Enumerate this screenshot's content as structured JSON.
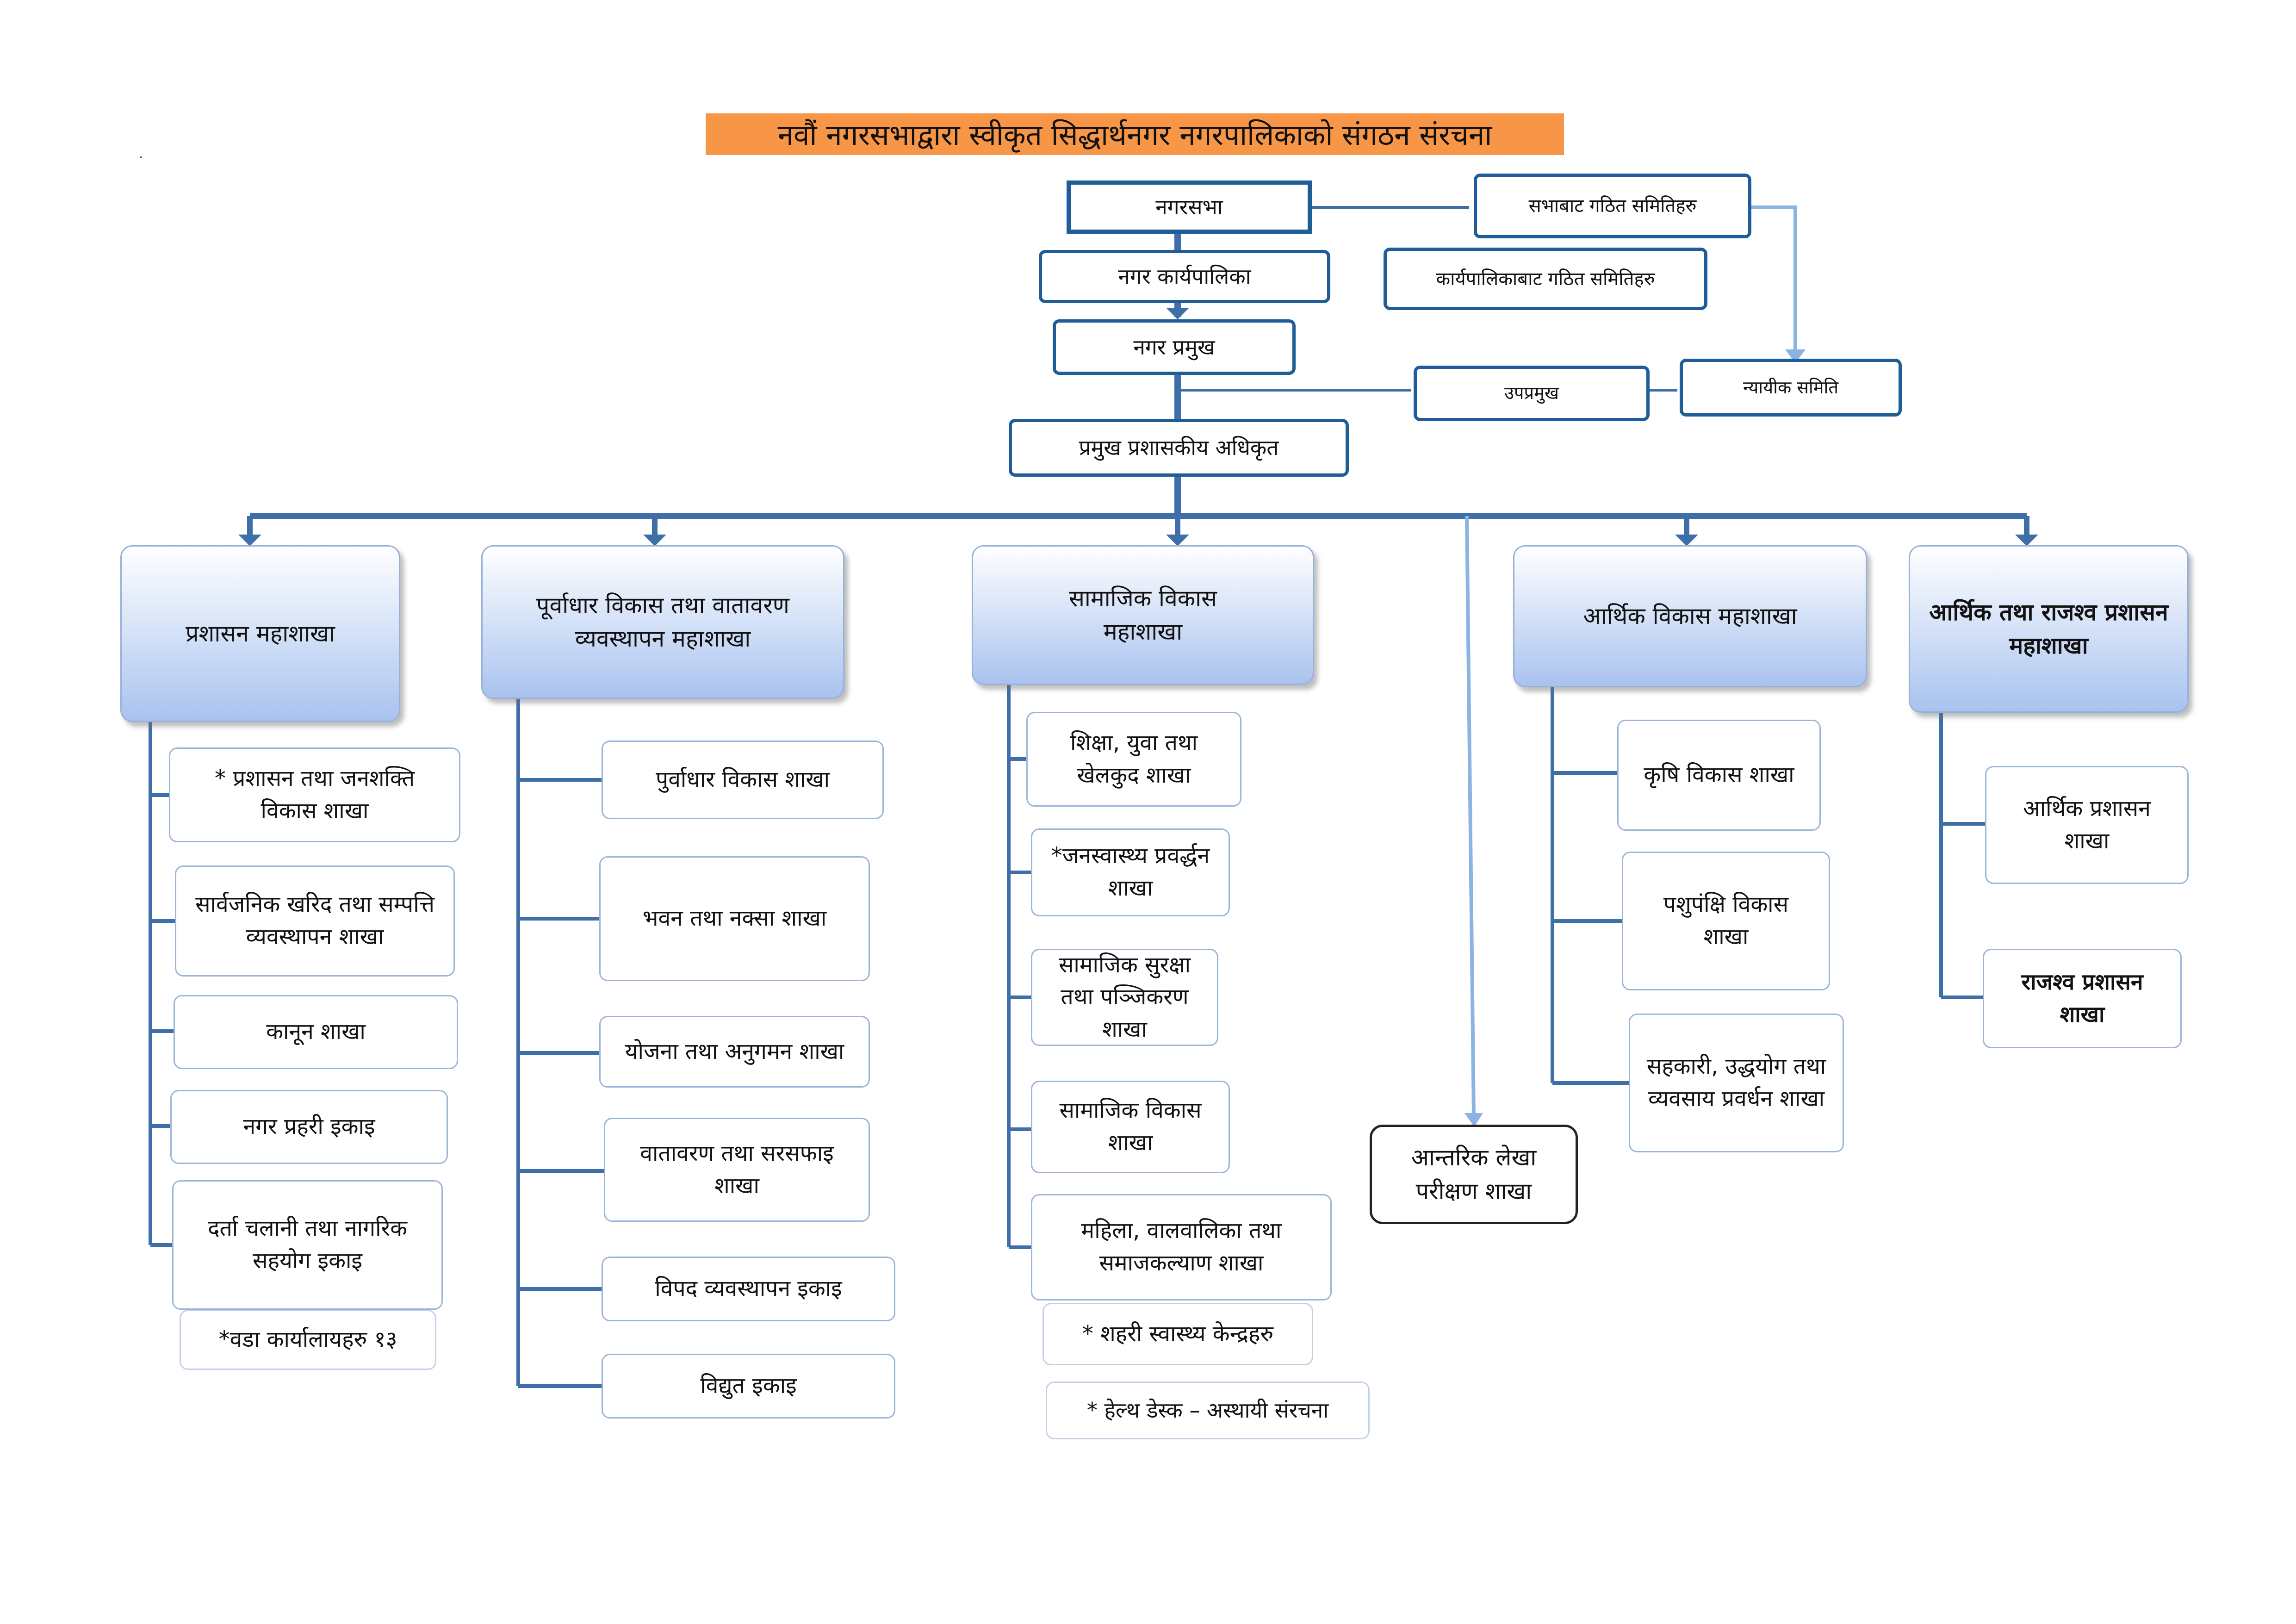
{
  "title": "नवौं नगरसभाद्वारा स्वीकृत सिद्धार्थनगर नगरपालिकाको संगठन संरचना",
  "dot_mark": ".",
  "top_level": {
    "nagarsabha": "नगरसभा",
    "sabha_samiti": "सभाबाट गठित समितिहरु",
    "karyapalika": "नगर कार्यपालिका",
    "karyapalika_samiti": "कार्यपालिकाबाट गठित समितिहरु",
    "pramukh": "नगर प्रमुख",
    "upapramukh": "उपप्रमुख",
    "nyayik_samiti": "न्यायीक समिति",
    "cao": "प्रमुख प्रशासकीय अधिकृत"
  },
  "divisions": [
    {
      "name": "प्रशासन महाशाखा",
      "branches": [
        "* प्रशासन तथा जनशक्ति विकास शाखा",
        "सार्वजनिक खरिद तथा सम्पत्ति व्यवस्थापन शाखा",
        "कानून शाखा",
        "नगर प्रहरी इकाइ",
        "दर्ता चलानी तथा नागरिक सहयोग इकाइ"
      ],
      "extra": [
        "*वडा कार्यालायहरु १३"
      ]
    },
    {
      "name": "पूर्वाधार विकास तथा वातावरण व्यवस्थापन महाशाखा",
      "branches": [
        "पुर्वाधार विकास शाखा",
        "भवन तथा नक्सा शाखा",
        "योजना तथा अनुगमन शाखा",
        "वातावरण तथा सरसफाइ शाखा",
        "विपद व्यवस्थापन इकाइ",
        "विद्युत इकाइ"
      ]
    },
    {
      "name": "सामाजिक विकास महाशाखा",
      "branches": [
        "शिक्षा, युवा तथा खेलकुद शाखा",
        "*जनस्वास्थ्य प्रवर्द्धन शाखा",
        "सामाजिक सुरक्षा तथा पञ्जिकरण शाखा",
        "सामाजिक विकास शाखा",
        "महिला, वालवालिका तथा समाजकल्याण शाखा"
      ],
      "extra": [
        "* शहरी स्वास्थ्य केन्द्रहरु",
        "* हेल्थ डेस्क – अस्थायी संरचना"
      ]
    },
    {
      "name": "आन्तरिक लेखा परीक्षण शाखा"
    },
    {
      "name": "आर्थिक विकास महाशाखा",
      "branches": [
        "कृषि विकास शाखा",
        "पशुपंक्षि विकास शाखा",
        "सहकारी, उद्धयोग तथा व्यवसाय प्रवर्धन शाखा"
      ]
    },
    {
      "name": "आर्थिक तथा राजश्व प्रशासन महाशाखा",
      "branches": [
        "आर्थिक प्रशासन शाखा",
        "राजश्व प्रशासन शाखा"
      ]
    }
  ],
  "colors": {
    "title_bg": "#f79646",
    "box_border": "#1f5d99",
    "connector": "#3f6fa8",
    "connector_light": "#8db3e2",
    "division_gradient_bottom": "#a9c3ef"
  }
}
